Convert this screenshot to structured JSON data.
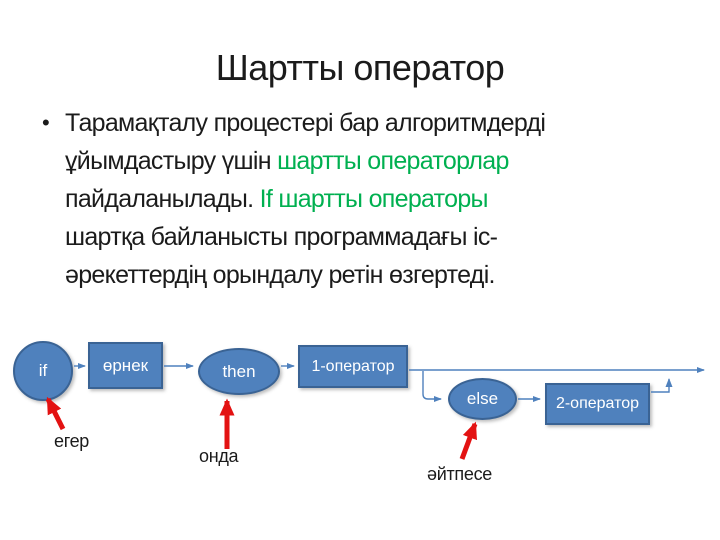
{
  "slide": {
    "title": "Шартты оператор",
    "bullet": "•",
    "paragraph": {
      "line1": "Тарамақталу процестері бар алгоритмдерді",
      "line2_black": "ұйымдастыру үшін ",
      "line2_green": "шартты операторлар",
      "line3_black": "пайдаланылады. ",
      "line3_green": "If шартты операторы",
      "line4": "шартқа байланысты программадағы іс-",
      "line5": "әрекеттердің орындалу ретін өзгертеді."
    }
  },
  "colors": {
    "background": "#ffffff",
    "title_text": "#1b1b1b",
    "body_text": "#1b1b1b",
    "highlight_green": "#00b050",
    "shape_fill": "#4f81bd",
    "shape_border": "#3a6394",
    "shape_text": "#ffffff",
    "connector_blue": "#4f81bd",
    "pointer_red": "#e31212"
  },
  "flowchart": {
    "nodes": {
      "if": {
        "label": "if",
        "shape": "circle"
      },
      "ornek": {
        "label": "өрнек",
        "shape": "rect"
      },
      "then": {
        "label": "then",
        "shape": "ellipse"
      },
      "op1": {
        "label": "1-оператор",
        "shape": "rect"
      },
      "else": {
        "label": "else",
        "shape": "ellipse"
      },
      "op2": {
        "label": "2-оператор",
        "shape": "rect"
      }
    },
    "annotations": {
      "eger": "егер",
      "onda": "онда",
      "aytpese": "әйтпесе"
    }
  }
}
